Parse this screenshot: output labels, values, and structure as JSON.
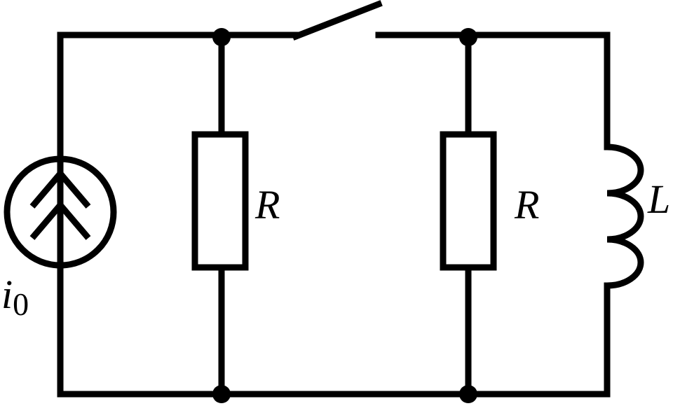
{
  "labels": {
    "source_current": "i",
    "source_subscript": "0",
    "resistor_left": "R",
    "resistor_right": "R",
    "inductor": "L"
  },
  "components": {
    "current_source": {
      "symbol": "current-source",
      "direction": "up"
    },
    "switch": {
      "symbol": "switch",
      "state": "open"
    },
    "resistors": 2,
    "inductors": 1,
    "junction_nodes": 4
  }
}
